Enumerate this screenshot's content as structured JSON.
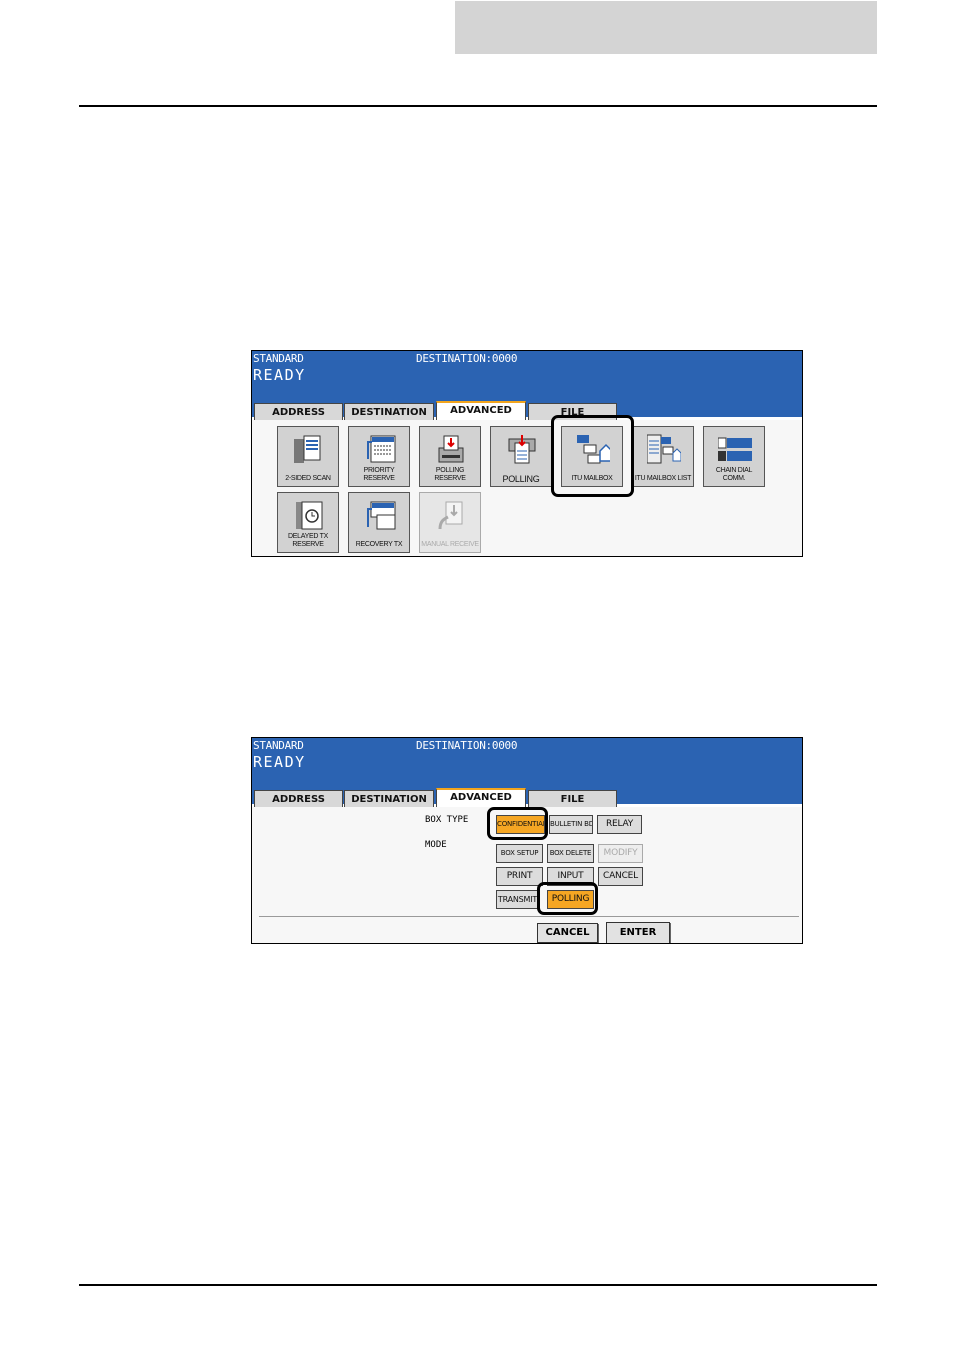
{
  "panel1": {
    "status": {
      "mode": "STANDARD",
      "destination": "DESTINATION:0000",
      "ready": "READY"
    },
    "tabs": [
      "ADDRESS",
      "DESTINATION",
      "ADVANCED",
      "FILE"
    ],
    "active_tab": "ADVANCED",
    "functions": [
      {
        "label": "2-SIDED SCAN",
        "icon": "two-sided-scan-icon"
      },
      {
        "label": "PRIORITY RESERVE",
        "icon": "priority-reserve-icon"
      },
      {
        "label": "POLLING RESERVE",
        "icon": "polling-reserve-icon"
      },
      {
        "label": "POLLING",
        "icon": "polling-icon"
      },
      {
        "label": "ITU MAILBOX",
        "icon": "itu-mailbox-icon"
      },
      {
        "label": "ITU MAILBOX LIST",
        "icon": "itu-mailbox-list-icon"
      },
      {
        "label": "CHAIN DIAL COMM.",
        "icon": "chain-dial-icon"
      },
      {
        "label": "DELAYED TX RESERVE",
        "icon": "delayed-tx-icon"
      },
      {
        "label": "RECOVERY TX",
        "icon": "recovery-tx-icon"
      },
      {
        "label": "MANUAL RECEIVE",
        "icon": "manual-receive-icon"
      }
    ]
  },
  "panel2": {
    "status": {
      "mode": "STANDARD",
      "destination": "DESTINATION:0000",
      "ready": "READY"
    },
    "tabs": [
      "ADDRESS",
      "DESTINATION",
      "ADVANCED",
      "FILE"
    ],
    "box_type_label": "BOX TYPE",
    "box_types": [
      "CONFIDENTIAL",
      "BULLETIN BD",
      "RELAY"
    ],
    "mode_label": "MODE",
    "modes": [
      "BOX SETUP",
      "BOX DELETE",
      "MODIFY",
      "PRINT",
      "INPUT",
      "CANCEL",
      "TRANSMIT",
      "POLLING"
    ],
    "footer": {
      "cancel": "CANCEL",
      "enter": "ENTER"
    }
  },
  "colors": {
    "status_bar": "#2b63b2",
    "active_accent": "#f5a623"
  }
}
